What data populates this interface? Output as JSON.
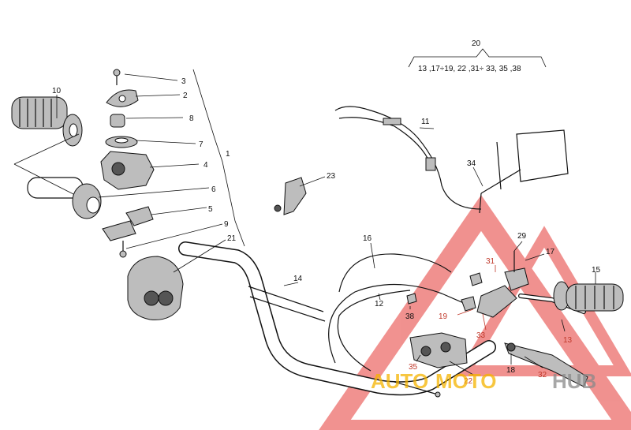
{
  "callouts": {
    "c1": "1",
    "c2": "2",
    "c3": "3",
    "c4": "4",
    "c5": "5",
    "c6": "6",
    "c7": "7",
    "c8": "8",
    "c9": "9",
    "c10": "10",
    "c11": "11",
    "c12": "12",
    "c13": "13",
    "c14": "14",
    "c15": "15",
    "c16": "16",
    "c17": "17",
    "c18": "18",
    "c19": "19",
    "c20": "20",
    "c21": "21",
    "c22": "22",
    "c23": "23",
    "c29": "29",
    "c31": "31",
    "c32": "32",
    "c33": "33",
    "c34": "34",
    "c35": "35",
    "c38": "38"
  },
  "kit_contents": "13 ,17÷19, 22 ,31÷ 33, 35 ,38",
  "watermark": {
    "part1": "AUTO",
    "part2": "MOTO",
    "part3": "HUB"
  },
  "colors": {
    "watermark_red": "#e53935",
    "watermark_yellow": "#f5b400",
    "watermark_gray": "#8a8a8a"
  }
}
